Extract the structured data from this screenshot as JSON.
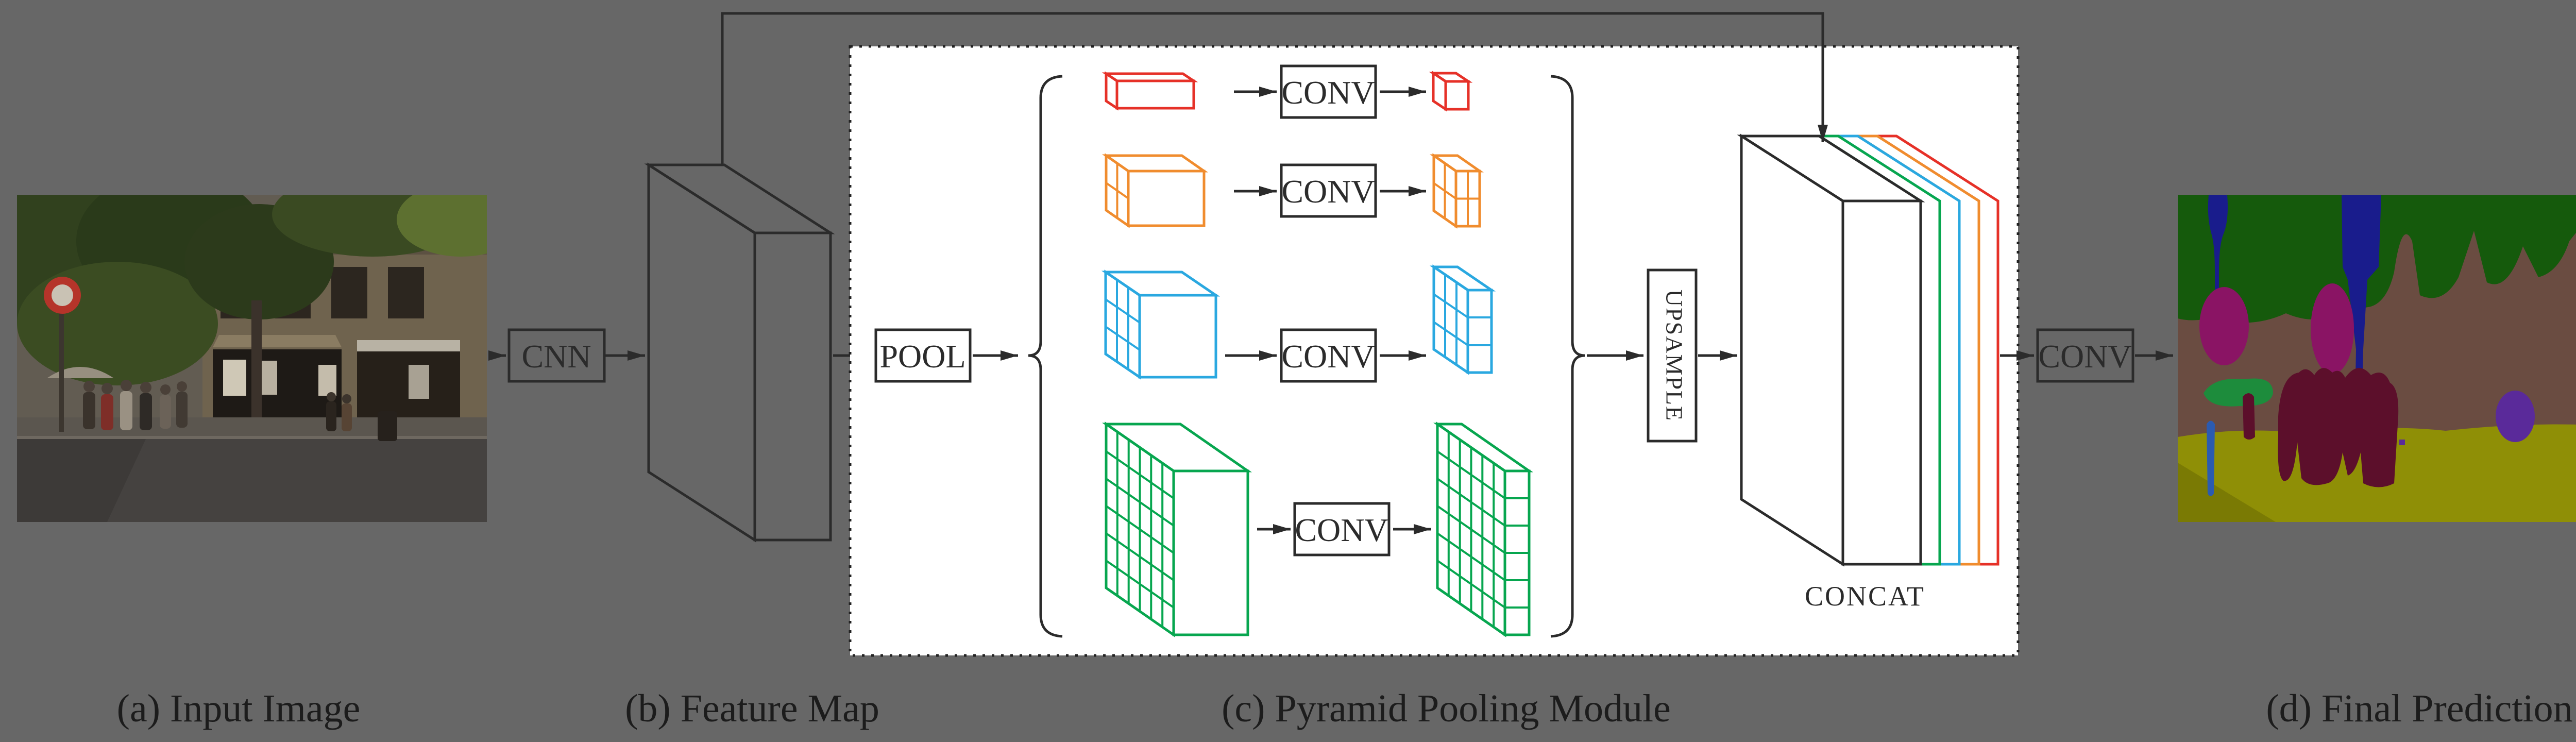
{
  "figure": "PSPNet overview diagram",
  "background_color": "#676767",
  "captions": {
    "a": "(a) Input Image",
    "b": "(b) Feature Map",
    "c": "(c) Pyramid Pooling Module",
    "d": "(d) Final Prediction"
  },
  "labels": {
    "cnn": "CNN",
    "pool": "POOL",
    "conv": "CONV",
    "upsample": "UPSAMPLE",
    "concat": "CONCAT"
  },
  "colors": {
    "line": "#2b2b2b",
    "module_bg": "#ffffff",
    "red": "#e63128",
    "orange": "#f08c2e",
    "blue": "#2aa8e0",
    "green": "#07a64f"
  },
  "pyramid_levels": [
    {
      "name": "level-1x1",
      "grid": 1,
      "color_key": "red"
    },
    {
      "name": "level-2x2",
      "grid": 2,
      "color_key": "orange"
    },
    {
      "name": "level-3x3",
      "grid": 3,
      "color_key": "blue"
    },
    {
      "name": "level-6x6",
      "grid": 6,
      "color_key": "green"
    }
  ],
  "concat_layer_order": [
    "black-main",
    "green",
    "blue",
    "orange",
    "red"
  ],
  "seg_palette": {
    "vegetation": "#155a0c",
    "building": "#6a4c41",
    "road": "#8f8f06",
    "road_shade": "#7a7a04",
    "pole_navy": "#191c8c",
    "person_maroon": "#5c0f2b",
    "sign_magenta": "#8a1464",
    "terrain_green": "#1d8c3c",
    "pole_blue": "#2b5bb0",
    "purple": "#5a2a9a"
  }
}
